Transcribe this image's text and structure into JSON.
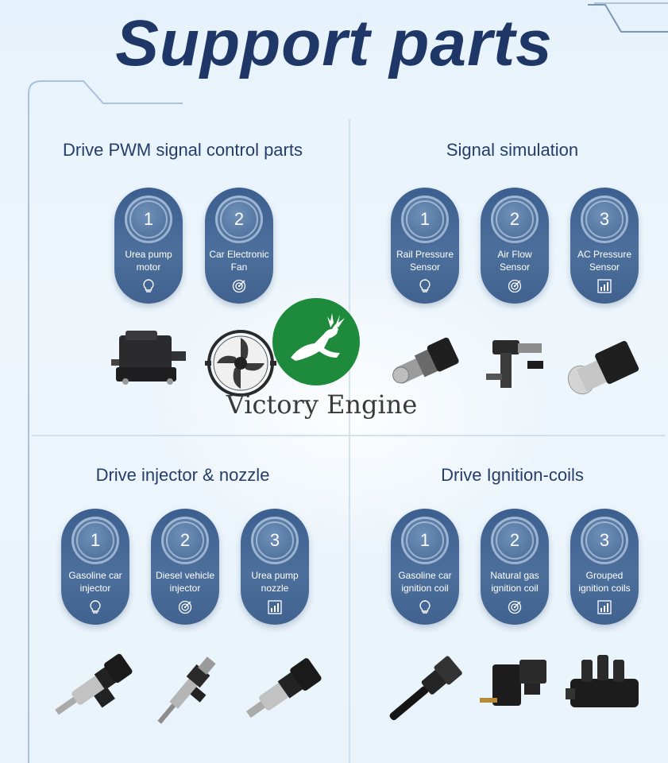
{
  "title": "Support parts",
  "sections": [
    {
      "title": "Drive PWM signal control parts",
      "items": [
        {
          "num": "1",
          "line1": "Urea pump",
          "line2": "motor",
          "icon": "bulb-icon"
        },
        {
          "num": "2",
          "line1": "Car Electronic",
          "line2": "Fan",
          "icon": "target-icon"
        }
      ]
    },
    {
      "title": "Signal simulation",
      "items": [
        {
          "num": "1",
          "line1": "Rail Pressure",
          "line2": "Sensor",
          "icon": "bulb-icon"
        },
        {
          "num": "2",
          "line1": "Air Flow",
          "line2": "Sensor",
          "icon": "target-icon"
        },
        {
          "num": "3",
          "line1": "AC Pressure",
          "line2": "Sensor",
          "icon": "bar-chart-icon"
        }
      ]
    },
    {
      "title": "Drive injector & nozzle",
      "items": [
        {
          "num": "1",
          "line1": "Gasoline car",
          "line2": "injector",
          "icon": "bulb-icon"
        },
        {
          "num": "2",
          "line1": "Diesel vehicle",
          "line2": "injector",
          "icon": "target-icon"
        },
        {
          "num": "3",
          "line1": "Urea pump",
          "line2": "nozzle",
          "icon": "bar-chart-icon"
        }
      ]
    },
    {
      "title": "Drive Ignition-coils",
      "items": [
        {
          "num": "1",
          "line1": "Gasoline car",
          "line2": "ignition coil",
          "icon": "bulb-icon"
        },
        {
          "num": "2",
          "line1": "Natural gas",
          "line2": "ignition coil",
          "icon": "target-icon"
        },
        {
          "num": "3",
          "line1": "Grouped",
          "line2": "ignition coils",
          "icon": "bar-chart-icon"
        }
      ]
    }
  ],
  "watermark": {
    "text": "Victory Engine",
    "icon": "deer-logo-icon"
  },
  "colors": {
    "title": "#1e3766",
    "pill": "#44668f",
    "logo": "#1d8a3c"
  }
}
